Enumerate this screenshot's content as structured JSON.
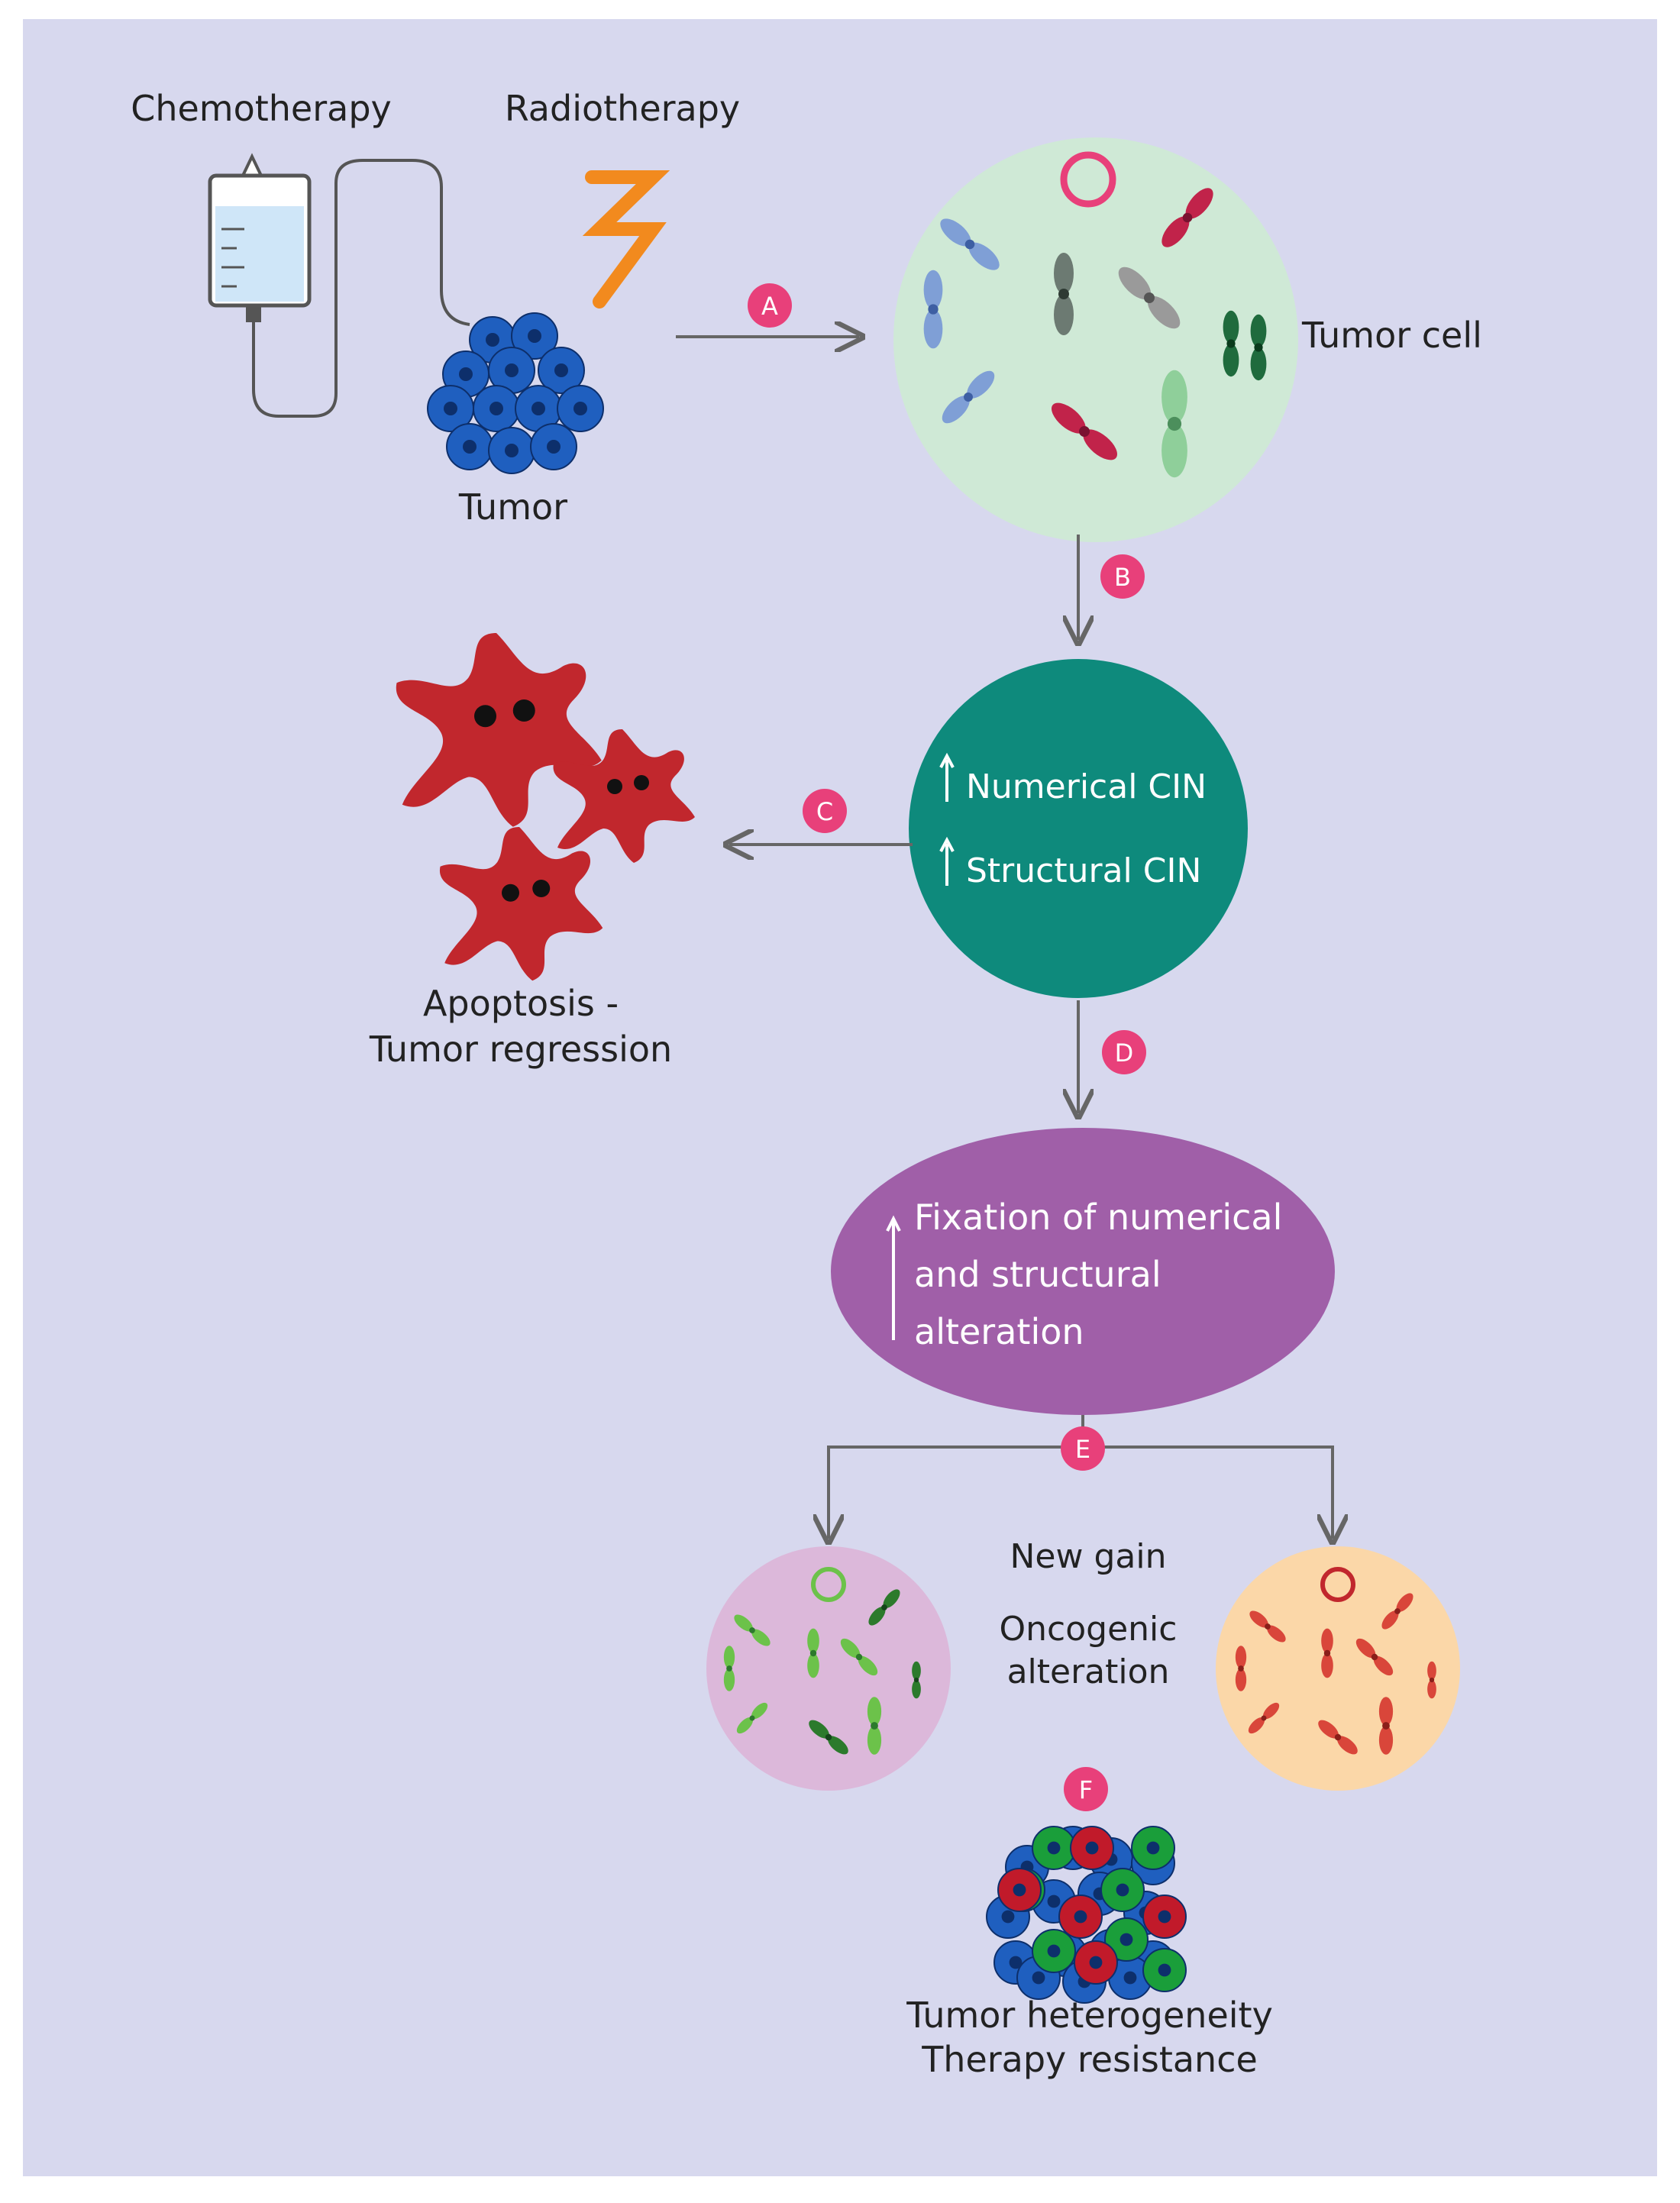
{
  "labels": {
    "chemotherapy": "Chemotherapy",
    "radiotherapy": "Radiotherapy",
    "tumor": "Tumor",
    "tumor_cell": "Tumor cell",
    "apoptosis_line1": "Apoptosis -",
    "apoptosis_line2": "Tumor regression",
    "numerical_cin": "Numerical CIN",
    "structural_cin": "Structural CIN",
    "fixation_line1": "Fixation of numerical",
    "fixation_line2": "and structural",
    "fixation_line3": "alteration",
    "new_gain": "New gain",
    "oncogenic_line1": "Oncogenic",
    "oncogenic_line2": "alteration",
    "heterogeneity_line1": "Tumor heterogeneity",
    "heterogeneity_line2": "Therapy resistance"
  },
  "steps": {
    "a": "A",
    "b": "B",
    "c": "C",
    "d": "D",
    "e": "E",
    "f": "F"
  },
  "colors": {
    "background": "#d7d8ee",
    "tumor_blue": "#1f5fbf",
    "tumor_cell_fill": "#cfe9d6",
    "cin_teal": "#0e8a7c",
    "fixation_purple": "#a05fa8",
    "apoptosis_red": "#c1272d",
    "step_badge": "#e8407a",
    "radiation_orange": "#f28a1e",
    "left_clone_fill": "#dcb8da",
    "right_clone_fill": "#fbd7a8",
    "arrow_gray": "#666666"
  }
}
